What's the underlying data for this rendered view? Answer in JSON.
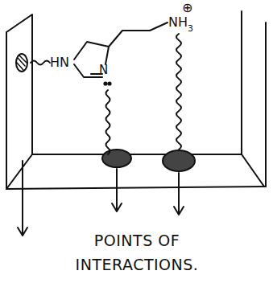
{
  "diagram": {
    "caption": "POINTS OF INTERACTIONS.",
    "labels": [
      "HN",
      "N",
      "⊕",
      "NH",
      "3"
    ]
  }
}
